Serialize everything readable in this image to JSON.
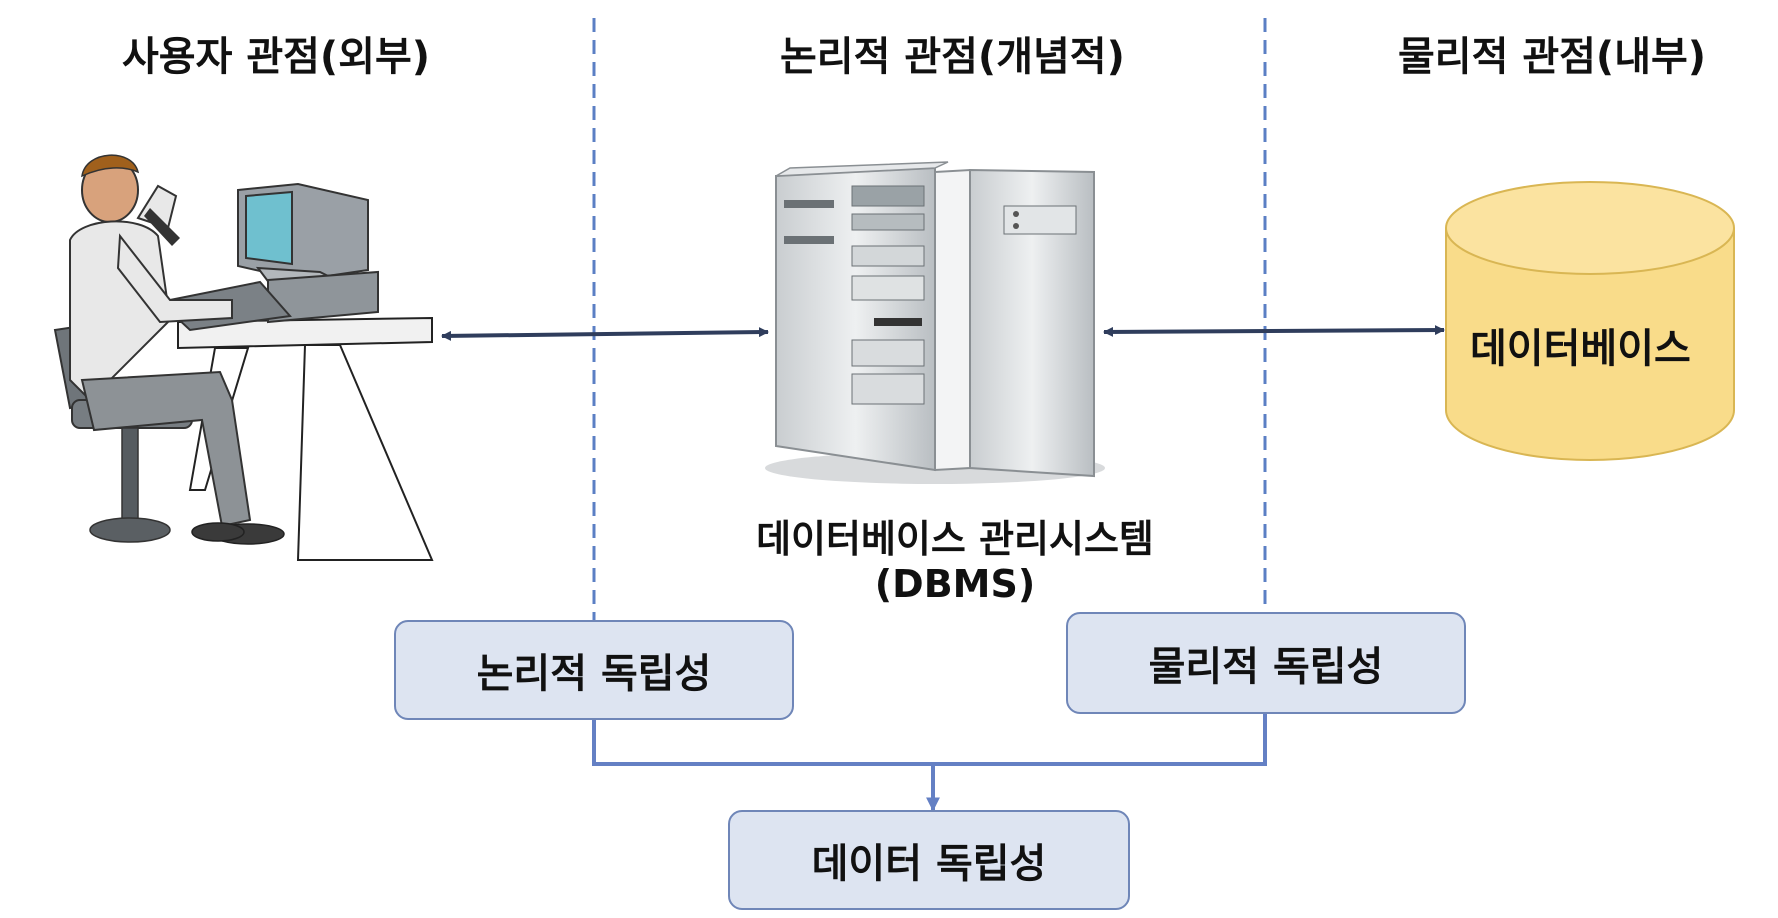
{
  "headers": {
    "user_view": "사용자 관점(외부)",
    "logical_view": "논리적 관점(개념적)",
    "physical_view": "물리적 관점(내부)"
  },
  "dbms": {
    "line1": "데이터베이스 관리시스템",
    "line2": "(DBMS)"
  },
  "database": {
    "label": "데이터베이스"
  },
  "boxes": {
    "logical_independence": "논리적 독립성",
    "physical_independence": "물리적 독립성",
    "data_independence": "데이터 독립성"
  },
  "colors": {
    "divider": "#5b7fc4",
    "arrow": "#2f3d5c",
    "box_fill": "#dde4f1",
    "box_border": "#6f86b8",
    "connector": "#6480c4",
    "cylinder_fill": "#f9dc8a",
    "cylinder_stroke": "#d9b653"
  },
  "icons": [
    "user-at-computer-illustration",
    "dbms-server-rack-illustration",
    "database-cylinder"
  ]
}
